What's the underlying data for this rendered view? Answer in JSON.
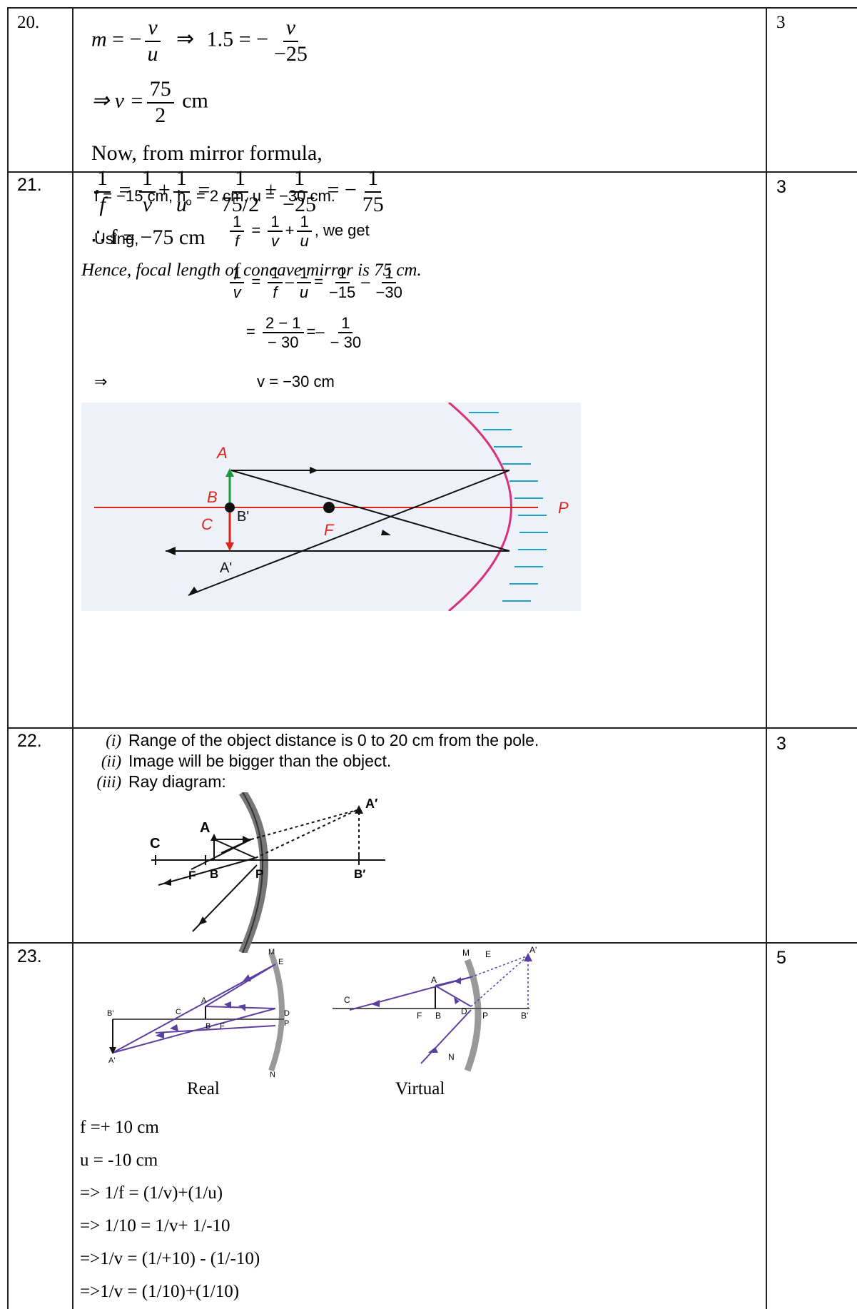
{
  "q20": {
    "num": "20.",
    "mark": "3",
    "line1_m": "m",
    "line1_eq": "=",
    "line1_minus": "−",
    "line1_v": "v",
    "line1_u": "u",
    "line1_arrow": "⇒",
    "line1_val": "1.5 =",
    "line1_minus2": "−",
    "line1_v2": "v",
    "line1_den2": "−25",
    "line2_lead": "⇒ v =",
    "line2_num": "75",
    "line2_den": "2",
    "line2_unit": "cm",
    "line3": "Now, from mirror formula,",
    "line4_f_num": "1",
    "line4_f_den": "f",
    "line4_eq1": "=",
    "line4_v_num": "1",
    "line4_v_den": "v",
    "line4_plus1": "+",
    "line4_u_num": "1",
    "line4_u_den": "u",
    "line4_eq2": "=",
    "line4_a_num": "1",
    "line4_a_den": "75/2",
    "line4_plus2": "+",
    "line4_b_num": "1",
    "line4_b_den": "−25",
    "line4_eq3": "= −",
    "line4_c_num": "1",
    "line4_c_den": "75",
    "line5": "∴  f = −75 cm",
    "line6": "Hence, focal length of concave mirror is 75 cm."
  },
  "q21": {
    "num": "21.",
    "mark": "3",
    "given": "f = −15 cm, h",
    "given_sub": "o",
    "given_rest": " = 2 cm, u = −30 cm.",
    "using": "Using,",
    "r1_n1": "1",
    "r1_d1": "f",
    "r1_eq": "=",
    "r1_n2": "1",
    "r1_d2": "v",
    "r1_plus": "+",
    "r1_n3": "1",
    "r1_d3": "u",
    "r1_tail": ", we get",
    "r2_n1": "1",
    "r2_d1": "v",
    "r2_eq": "=",
    "r2_n2": "1",
    "r2_d2": "f",
    "r2_minus": "–",
    "r2_n3": "1",
    "r2_d3": "u",
    "r2_eq2": "=",
    "r2_n4": "1",
    "r2_d4": "−15",
    "r2_minus2": "–",
    "r2_n5": "1",
    "r2_d5": "−30",
    "r3_eq": "=",
    "r3_n1": "2 − 1",
    "r3_d1": "− 30",
    "r3_eq2": "=",
    "r3_minus": "–",
    "r3_n2": "1",
    "r3_d2": "− 30",
    "r4_arrow": "⇒",
    "r4_text": "v = −30 cm",
    "diagram": {
      "label_A": "A",
      "label_B": "B",
      "label_C": "C",
      "label_Bp": "B'",
      "label_Ap": "A'",
      "label_F": "F",
      "label_P": "P",
      "axis_color": "#d9251c",
      "mirror_color": "#d6317a",
      "hatch_color": "#1aa5c8",
      "object_color": "#1a9a3a",
      "image_color": "#d9251c",
      "bg_color": "#eef2f8"
    }
  },
  "q22": {
    "num": "22.",
    "mark": "3",
    "i_label": "(i)",
    "i_text": "Range of the object distance is 0 to 20 cm from the pole.",
    "ii_label": "(ii)",
    "ii_text": "Image will be bigger than the object.",
    "iii_label": "(iii)",
    "iii_text": "Ray diagram:",
    "diagram": {
      "label_C": "C",
      "label_A": "A",
      "label_F": "F",
      "label_B": "B",
      "label_P": "P",
      "label_Bp": "B′",
      "label_Ap": "A′"
    }
  },
  "q23": {
    "num": "23.",
    "mark": "5",
    "caption_real": "Real",
    "caption_virtual": "Virtual",
    "real_labels": {
      "M": "M",
      "E": "E",
      "D": "D",
      "P": "P",
      "N": "N",
      "A": "A",
      "B": "B",
      "C": "C",
      "F": "F",
      "Bp": "B'",
      "Ap": "A'"
    },
    "virtual_labels": {
      "M": "M",
      "E": "E",
      "A": "A",
      "Ap": "A'",
      "C": "C",
      "F": "F",
      "B": "B",
      "D": "D",
      "P": "P",
      "Bp": "B'",
      "N": "N"
    },
    "lines": [
      "f =+ 10 cm",
      "u = -10 cm",
      "=> 1/f = (1/v)+(1/u)",
      "=> 1/10 = 1/v+ 1/-10",
      "=>1/v = (1/+10) - (1/-10)",
      "=>1/v = (1/10)+(1/10)"
    ],
    "ray_color": "#5a3fa0"
  }
}
